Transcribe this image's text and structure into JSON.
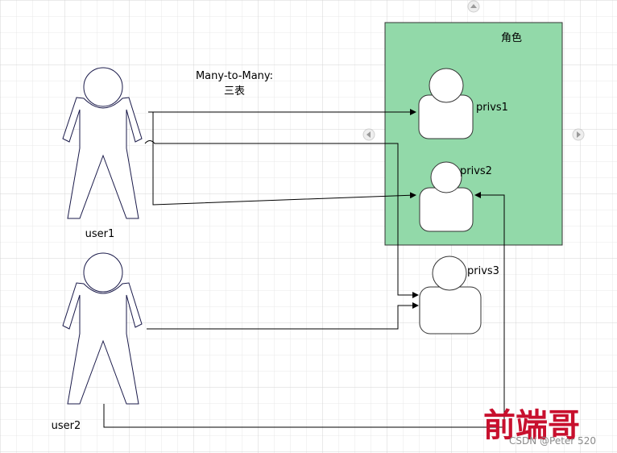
{
  "title": {
    "line1": "Many-to-Many:",
    "line2": "三表"
  },
  "role_group": {
    "label": "角色",
    "fill": "#92d9a9",
    "stroke": "#333333"
  },
  "users": [
    {
      "label": "user1"
    },
    {
      "label": "user2"
    }
  ],
  "privileges": [
    {
      "label": "privs1"
    },
    {
      "label": "privs2"
    },
    {
      "label": "privs3"
    }
  ],
  "watermark": {
    "text": "前端哥",
    "color": "#c8102e",
    "credit": "CSDN @Peter 520"
  },
  "icons": [
    "arrow-left-icon",
    "arrow-right-icon",
    "arrow-up-icon"
  ]
}
